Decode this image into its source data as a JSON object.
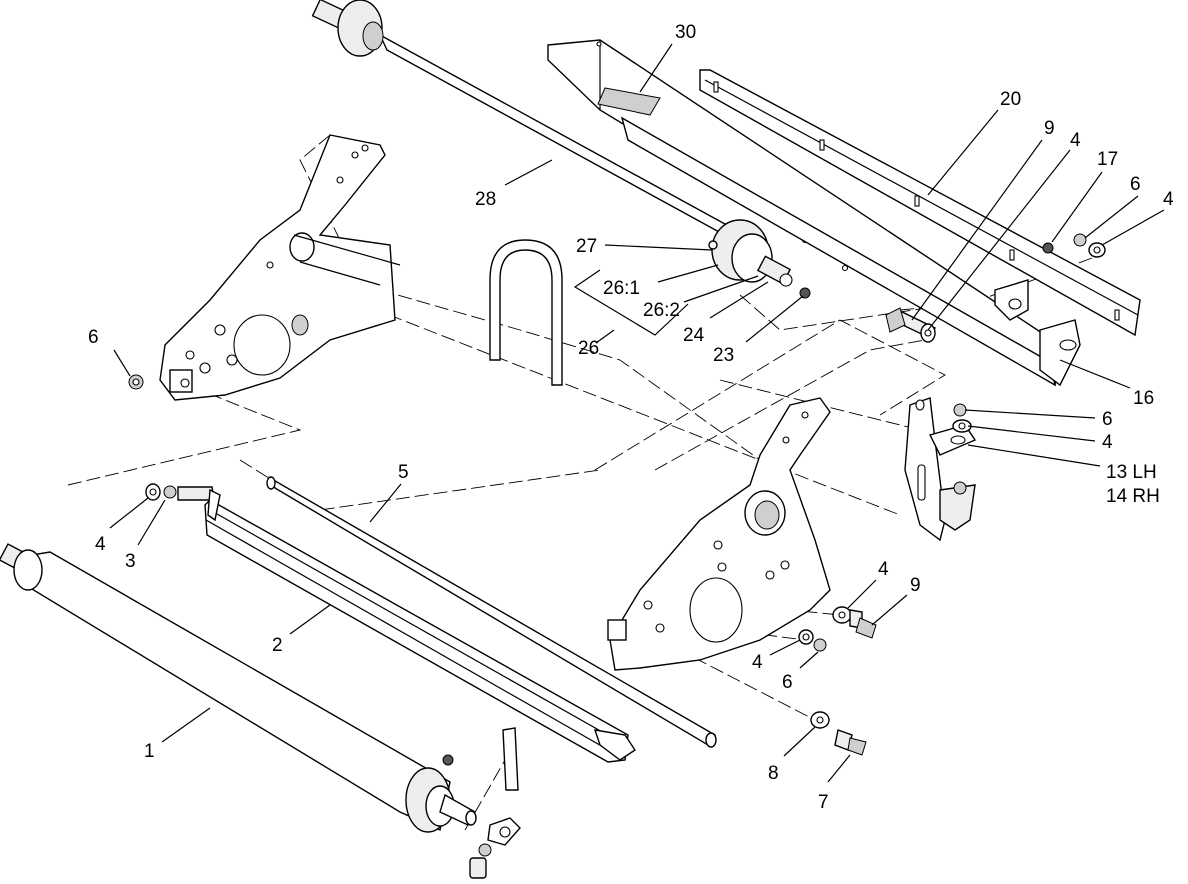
{
  "labels": {
    "l30": "30",
    "l20": "20",
    "l9a": "9",
    "l4a": "4",
    "l17": "17",
    "l6a": "6",
    "l4b": "4",
    "l28": "28",
    "l27": "27",
    "l26_1": "26:1",
    "l26_2": "26:2",
    "l26": "26",
    "l24": "24",
    "l23": "23",
    "l16": "16",
    "l6b": "6",
    "l6c": "6",
    "l4c": "4",
    "l13": "13 LH",
    "l14": "14 RH",
    "l5": "5",
    "l4d": "4",
    "l3": "3",
    "l2": "2",
    "l4e": "4",
    "l9b": "9",
    "l4f": "4",
    "l6d": "6",
    "l1": "1",
    "l8": "8",
    "l7": "7"
  }
}
